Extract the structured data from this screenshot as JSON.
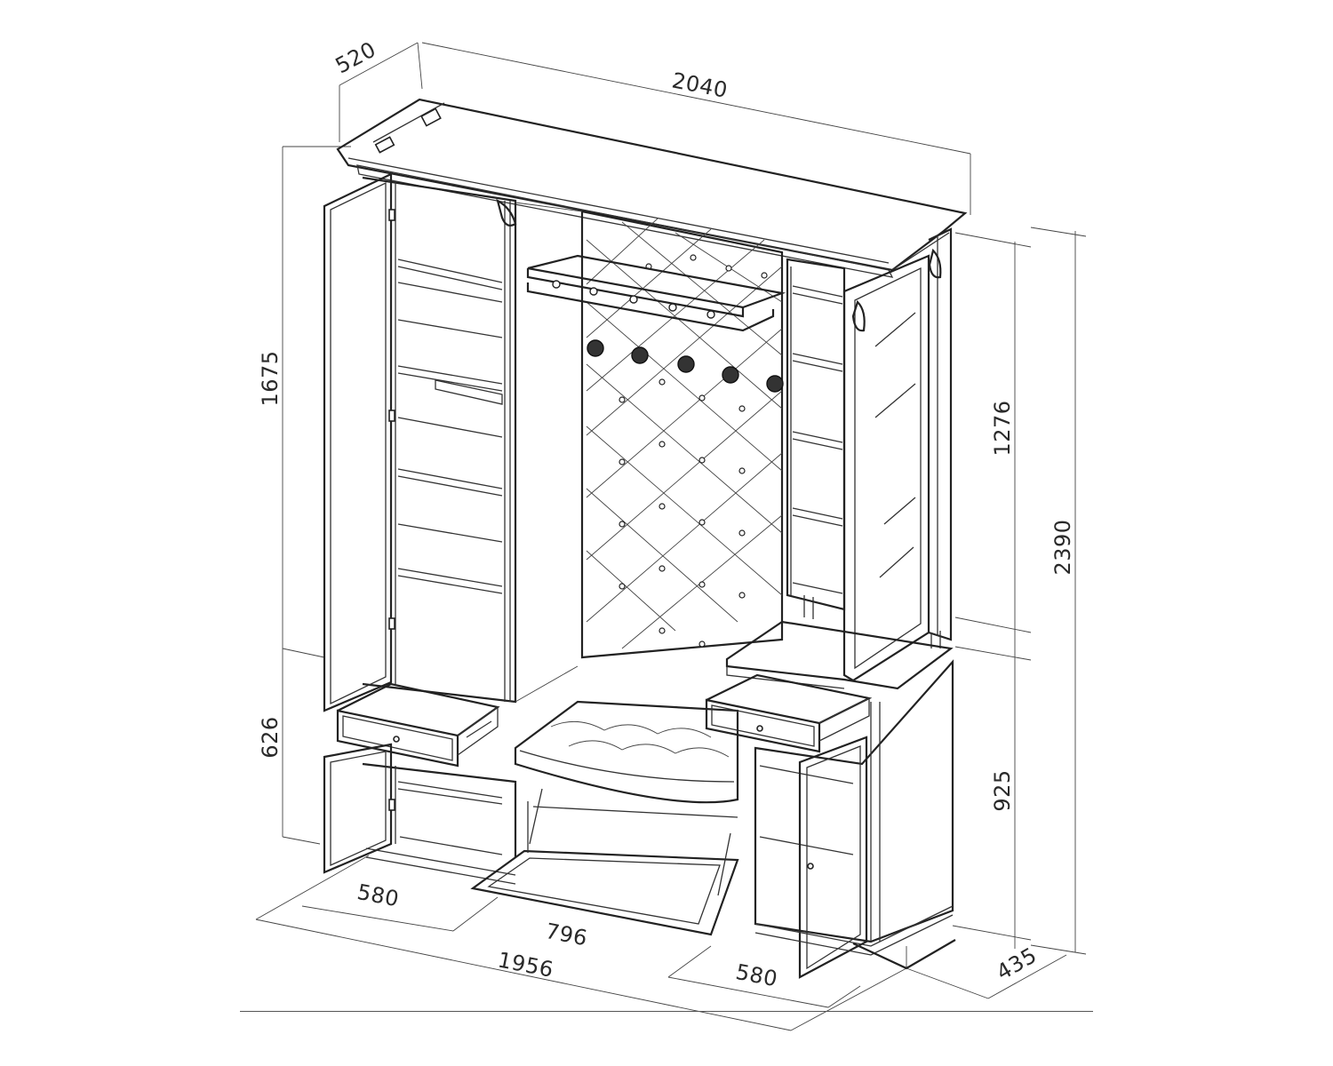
{
  "dimensions": {
    "top_depth": "520",
    "top_width": "2040",
    "upper_height_left": "1675",
    "lower_height_left": "626",
    "upper_height_right": "1276",
    "total_height": "2390",
    "lower_height_right": "925",
    "base_depth": "435",
    "bottom_left_width": "580",
    "bottom_center_width": "796",
    "bottom_total_width": "1956",
    "bottom_right_width": "580"
  },
  "colors": {
    "line": "#222222",
    "background": "#ffffff"
  }
}
